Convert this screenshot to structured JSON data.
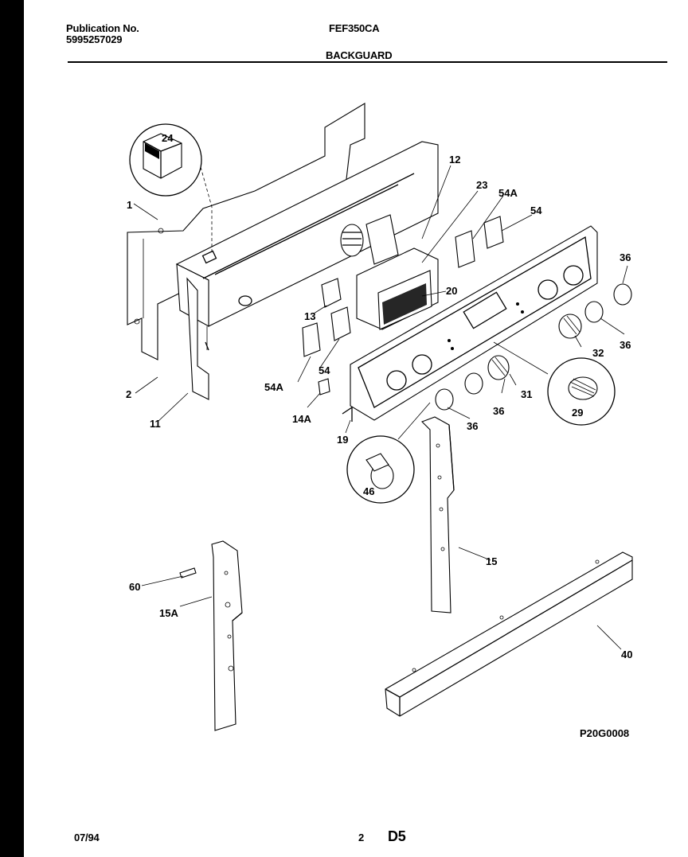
{
  "header": {
    "publication_label": "Publication No.",
    "publication_number": "5995257029",
    "model": "FEF350CA",
    "section_title": "BACKGUARD"
  },
  "footer": {
    "date": "07/94",
    "page_number": "2",
    "page_code": "D5"
  },
  "drawing_code": "P20G0008",
  "callouts": {
    "c1": "1",
    "c2": "2",
    "c11": "11",
    "c12": "12",
    "c13": "13",
    "c14a": "14A",
    "c15": "15",
    "c15a": "15A",
    "c19": "19",
    "c20": "20",
    "c23": "23",
    "c24": "24",
    "c29": "29",
    "c31": "31",
    "c32": "32",
    "c36a": "36",
    "c36b": "36",
    "c36c": "36",
    "c36d": "36",
    "c40": "40",
    "c46": "46",
    "c54a_top": "54A",
    "c54_top": "54",
    "c54a_left": "54A",
    "c54_left": "54",
    "c60": "60"
  }
}
